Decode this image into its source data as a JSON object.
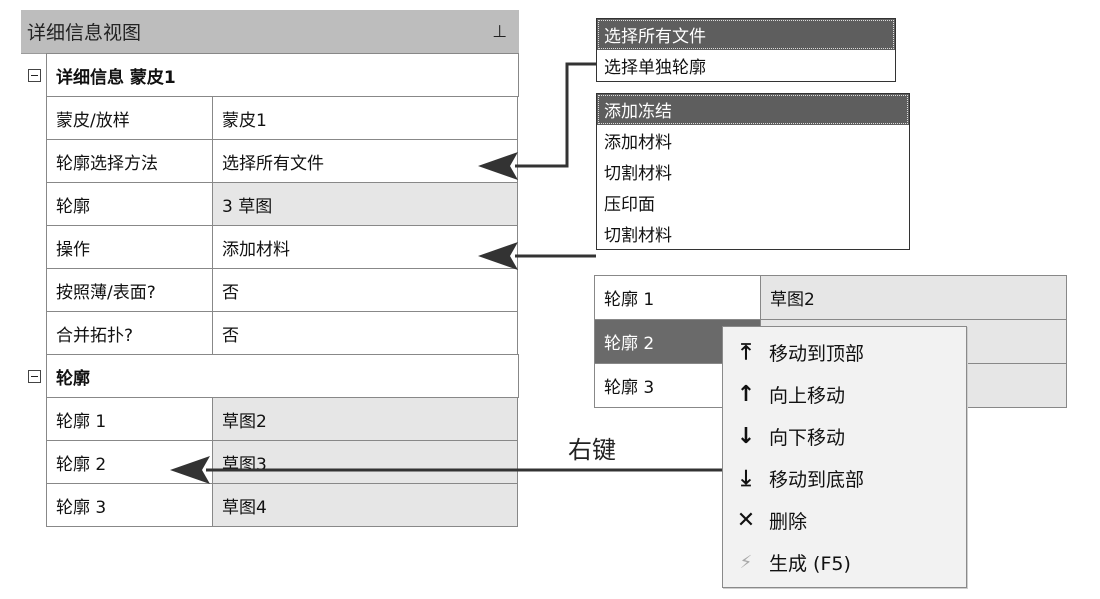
{
  "panel": {
    "title": "详细信息视图",
    "pin_icon": "pin-icon",
    "details_header": "详细信息 蒙皮1",
    "rows": [
      {
        "label": "蒙皮/放样",
        "value": "蒙皮1",
        "gray": false
      },
      {
        "label": "轮廓选择方法",
        "value": "选择所有文件",
        "gray": false
      },
      {
        "label": "轮廓",
        "value": "3 草图",
        "gray": true
      },
      {
        "label": "操作",
        "value": "添加材料",
        "gray": false
      },
      {
        "label": "按照薄/表面?",
        "value": "否",
        "gray": false
      },
      {
        "label": "合并拓扑?",
        "value": "否",
        "gray": false
      }
    ],
    "profiles_header": "轮廓",
    "profiles": [
      {
        "label": "轮廓 1",
        "value": "草图2"
      },
      {
        "label": "轮廓 2",
        "value": "草图3"
      },
      {
        "label": "轮廓 3",
        "value": "草图4"
      }
    ]
  },
  "dropdown_method": {
    "options": [
      "选择所有文件",
      "选择单独轮廓"
    ],
    "selected_index": 0
  },
  "dropdown_operation": {
    "options": [
      "添加冻结",
      "添加材料",
      "切割材料",
      "压印面",
      "切割材料"
    ],
    "selected_index": 0
  },
  "mini_profiles": [
    {
      "label": "轮廓 1",
      "value": "草图2",
      "selected": false
    },
    {
      "label": "轮廓 2",
      "value": "",
      "selected": true
    },
    {
      "label": "轮廓 3",
      "value": "",
      "selected": false
    }
  ],
  "context_menu": {
    "items": [
      {
        "icon": "move-to-top-icon",
        "glyph": "⤒",
        "label": "移动到顶部"
      },
      {
        "icon": "move-up-icon",
        "glyph": "↑",
        "label": "向上移动"
      },
      {
        "icon": "move-down-icon",
        "glyph": "↓",
        "label": "向下移动"
      },
      {
        "icon": "move-to-bottom-icon",
        "glyph": "⤓",
        "label": "移动到底部"
      },
      {
        "icon": "delete-icon",
        "glyph": "✕",
        "label": "删除"
      },
      {
        "icon": "generate-icon",
        "glyph": "⚡",
        "label": "生成 (F5)"
      }
    ]
  },
  "annotation": "右键",
  "colors": {
    "title_bar": "#bdbdbd",
    "selected": "#5e5e5e",
    "gray_cell": "#e6e6e6"
  }
}
